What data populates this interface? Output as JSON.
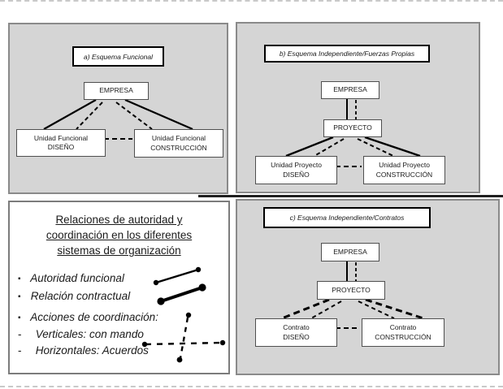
{
  "panels": {
    "a": {
      "title": "a) Esquema Funcional",
      "root": "EMPRESA",
      "child_left": {
        "line1": "Unidad Funcional",
        "line2": "DISEÑO"
      },
      "child_right": {
        "line1": "Unidad Funcional",
        "line2": "CONSTRUCCIÓN"
      }
    },
    "b": {
      "title": "b) Esquema Independiente/Fuerzas Propias",
      "root": "EMPRESA",
      "mid": "PROYECTO",
      "child_left": {
        "line1": "Unidad Proyecto",
        "line2": "DISEÑO"
      },
      "child_right": {
        "line1": "Unidad Proyecto",
        "line2": "CONSTRUCCIÓN"
      }
    },
    "c": {
      "title": "c) Esquema Independiente/Contratos",
      "root": "EMPRESA",
      "mid": "PROYECTO",
      "child_left": {
        "line1": "Contrato",
        "line2": "DISEÑO"
      },
      "child_right": {
        "line1": "Contrato",
        "line2": "CONSTRUCCIÓN"
      }
    }
  },
  "legend": {
    "title_lines": [
      "Relaciones de autoridad y",
      "coordinación en los diferentes",
      "sistemas de organización"
    ],
    "items": [
      {
        "marker": "▪",
        "label": "Autoridad funcional",
        "icon": "authority-line-icon"
      },
      {
        "marker": "▪",
        "label": "Relación contractual",
        "icon": "contract-line-icon"
      },
      {
        "marker": "▪",
        "label": "Acciones de coordinación:",
        "icon": "coordination-cross-icon"
      },
      {
        "marker": "-",
        "label": "Verticales: con mando"
      },
      {
        "marker": "-",
        "label": "Horizontales: Acuerdos"
      }
    ]
  },
  "colors": {
    "panel_bg": "#d5d5d5",
    "panel_border": "#8a8a8a",
    "node_border": "#4f4f4f",
    "title_border": "#000000",
    "line": "#000000",
    "divider": "#1f1f1f",
    "edge_rule": "#c9c9c9"
  }
}
